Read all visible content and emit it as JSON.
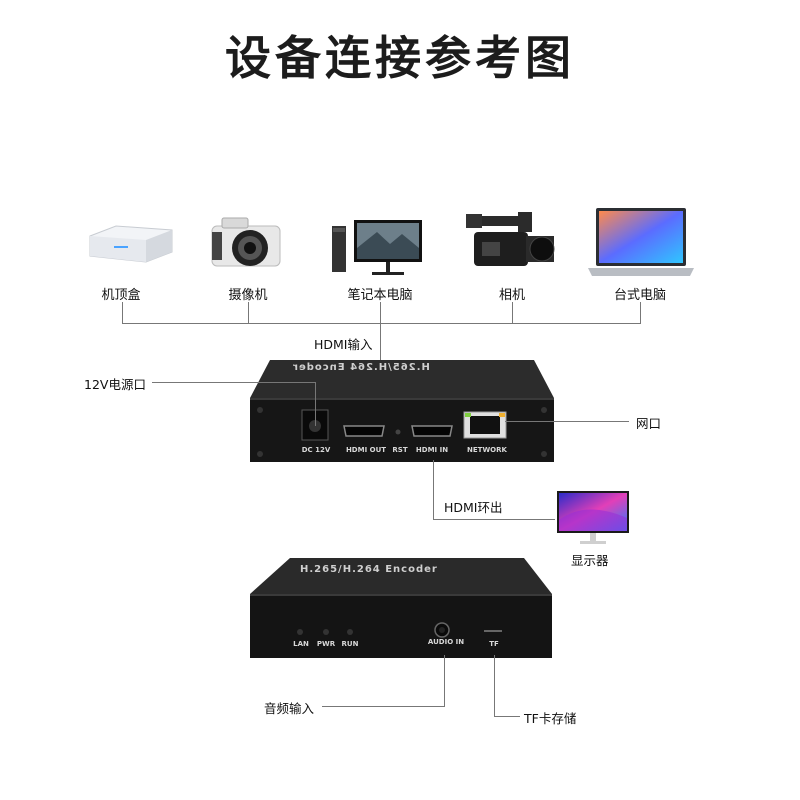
{
  "title": "设备连接参考图",
  "devices": [
    {
      "label": "机顶盒",
      "icon": "set-top-box-icon"
    },
    {
      "label": "摄像机",
      "icon": "camera-icon"
    },
    {
      "label": "笔记本电脑",
      "icon": "pc-monitor-icon"
    },
    {
      "label": "相机",
      "icon": "camcorder-icon"
    },
    {
      "label": "台式电脑",
      "icon": "laptop-icon"
    }
  ],
  "callouts": {
    "hdmi_in": "HDMI输入",
    "power": "12V电源口",
    "network": "网口",
    "hdmi_loop": "HDMI环出",
    "display": "显示器",
    "audio_in": "音频输入",
    "tf_storage": "TF卡存储"
  },
  "back_panel": {
    "top_text": "H.265/H.264 Encoder",
    "ports": {
      "dc": "DC 12V",
      "hdmi_out": "HDMI OUT",
      "rst": "RST",
      "hdmi_in": "HDMI IN",
      "network": "NETWORK"
    }
  },
  "front_panel": {
    "top_text": "H.265/H.264 Encoder",
    "leds": [
      "LAN",
      "PWR",
      "RUN"
    ],
    "audio": "AUDIO IN",
    "tf": "TF"
  },
  "colors": {
    "device_body": "#1a1a1a",
    "line": "#777777"
  }
}
